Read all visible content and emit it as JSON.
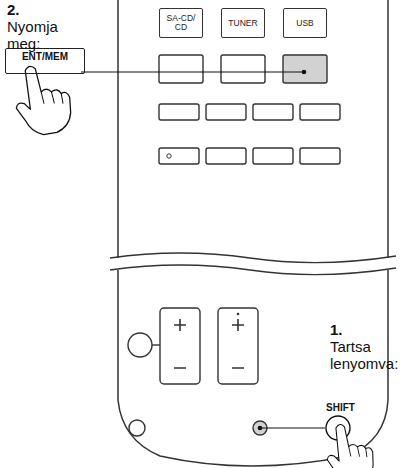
{
  "diagram": {
    "nodes": [
      {
        "text": [
          "SA-CD/ CD"
        ]
      },
      {
        "text": [
          "TUNER"
        ]
      },
      {
        "text": [
          "USB"
        ]
      },
      {
        "text": [
          "ENT/MEM"
        ]
      },
      {
        "text": [
          "SHIFT"
        ]
      }
    ],
    "labels": [
      "2.",
      "Nyomja meg:",
      "1.",
      "Tartsa lenyomva:"
    ]
  }
}
